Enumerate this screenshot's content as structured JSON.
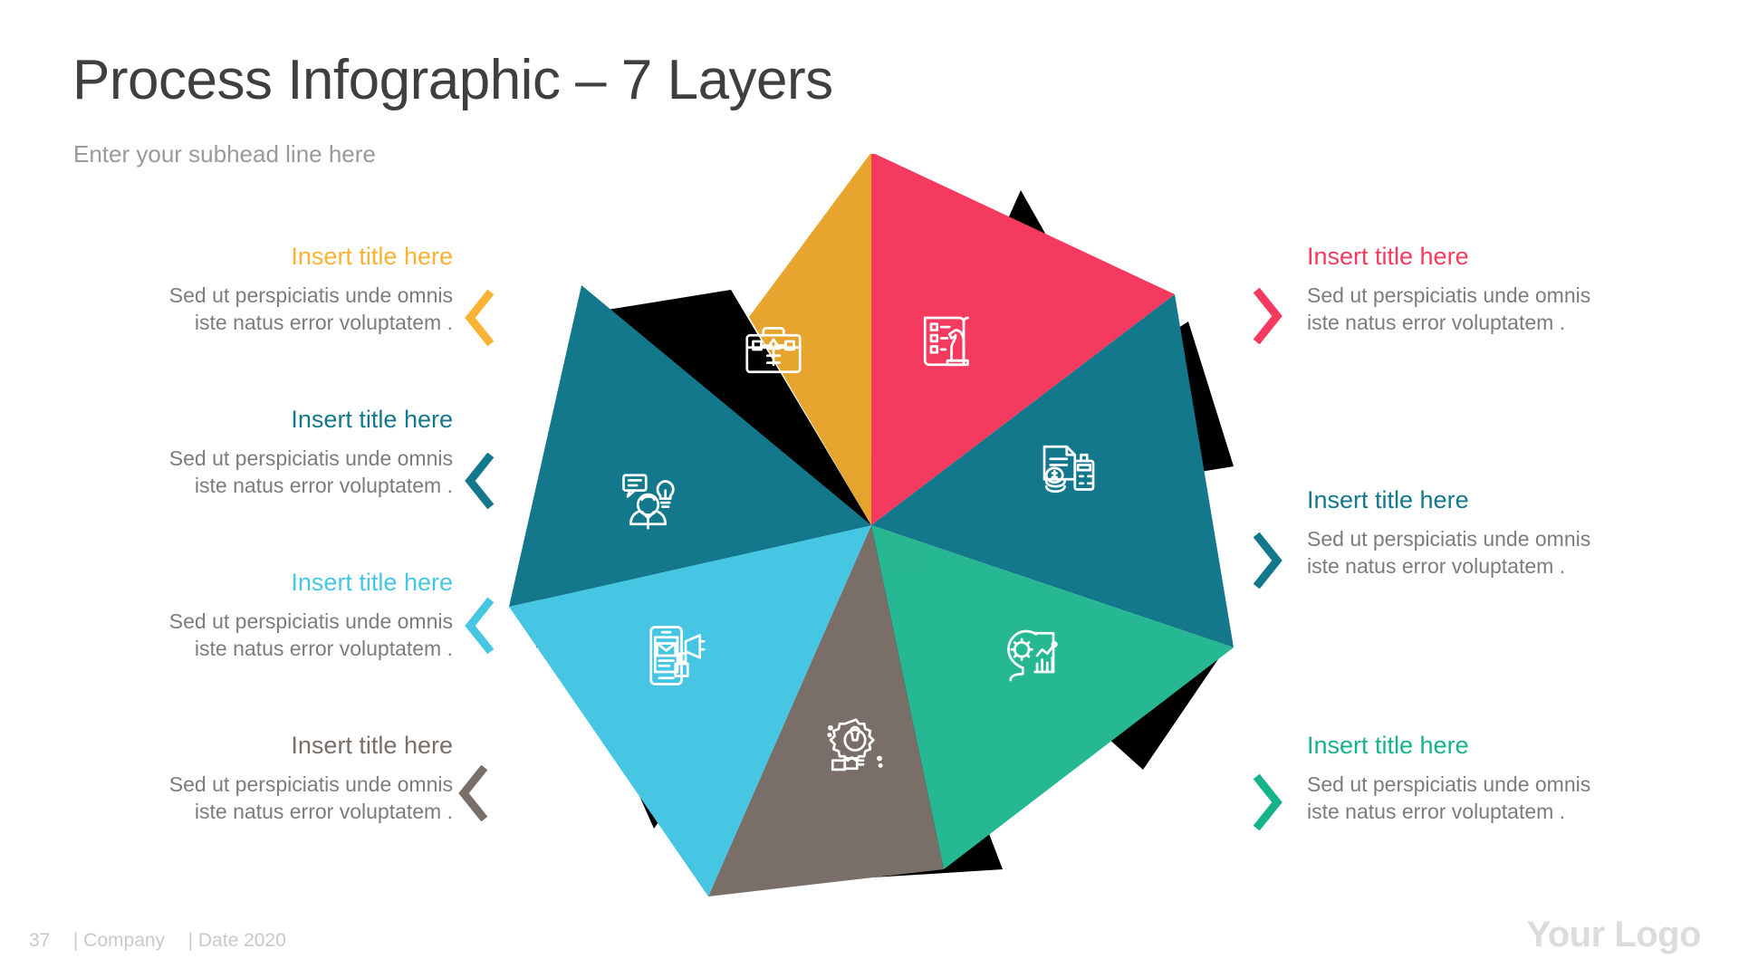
{
  "header": {
    "title": "Process Infographic – 7 Layers",
    "subtitle": "Enter your subhead line here",
    "title_color": "#3f3f3f",
    "subtitle_color": "#9a9a9a"
  },
  "body_text": "Sed ut perspiciatis unde omnis iste natus error voluptatem .",
  "body_line1": "Sed ut perspiciatis unde omnis",
  "body_line2": "iste natus error voluptatem .",
  "blocks": {
    "left": [
      {
        "title": "Insert title here",
        "color": "#f9b233",
        "line1": "Sed ut perspiciatis unde omnis",
        "line2": "iste natus error voluptatem .",
        "chevron": "chevron-left-icon"
      },
      {
        "title": "Insert title here",
        "color": "#14788c",
        "line1": "Sed ut perspiciatis unde omnis",
        "line2": "iste natus error voluptatem .",
        "chevron": "chevron-left-icon"
      },
      {
        "title": "Insert title here",
        "color": "#46c6e2",
        "line1": "Sed ut perspiciatis unde omnis",
        "line2": "iste natus error voluptatem .",
        "chevron": "chevron-left-icon"
      },
      {
        "title": "Insert title here",
        "color": "#7a6e68",
        "line1": "Sed ut perspiciatis unde omnis",
        "line2": "iste natus error voluptatem .",
        "chevron": "chevron-left-icon"
      }
    ],
    "right": [
      {
        "title": "Insert title here",
        "color": "#f43a5e",
        "line1": "Sed ut perspiciatis unde omnis",
        "line2": "iste natus error voluptatem .",
        "chevron": "chevron-right-icon"
      },
      {
        "title": "Insert title here",
        "color": "#14788c",
        "line1": "Sed ut perspiciatis unde omnis",
        "line2": "iste natus error voluptatem .",
        "chevron": "chevron-right-icon"
      },
      {
        "title": "Insert title here",
        "color": "#16b38a",
        "line1": "Sed ut perspiciatis unde omnis",
        "line2": "iste natus error voluptatem .",
        "chevron": "chevron-right-icon"
      }
    ]
  },
  "pinwheel": {
    "segment_count": 7,
    "segments": [
      {
        "name": "segment-strategy",
        "color": "#f43a5e",
        "icon": "chess-knight-checklist-icon"
      },
      {
        "name": "segment-accounting",
        "color": "#14788c",
        "icon": "invoice-calculator-coins-icon"
      },
      {
        "name": "segment-analytics",
        "color": "#16b38a",
        "icon": "head-gear-analytics-icon"
      },
      {
        "name": "segment-support",
        "color": "#7a6e68",
        "icon": "hand-gear-wrench-icon"
      },
      {
        "name": "segment-mobile",
        "color": "#46c6e2",
        "icon": "mobile-megaphone-icon"
      },
      {
        "name": "segment-consulting",
        "color": "#14788c",
        "icon": "person-idea-bulb-icon"
      },
      {
        "name": "segment-design",
        "color": "#f9b233",
        "icon": "toolbox-pen-nib-icon"
      }
    ],
    "shadow_color": "#000000"
  },
  "footer": {
    "page_number": "37",
    "company": "| Company",
    "date": "| Date 2020",
    "logo": "Your Logo"
  }
}
